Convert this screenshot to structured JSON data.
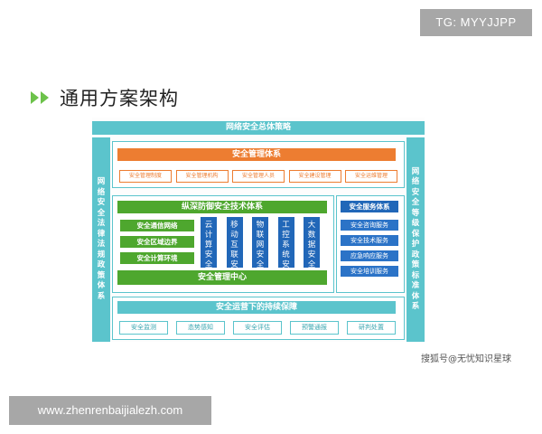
{
  "tg_label": "TG: MYYJJPP",
  "title": "通用方案架构",
  "diagram": {
    "top_bar": "网络安全总体策略",
    "left_side": [
      "网",
      "络",
      "安",
      "全",
      "法",
      "律",
      "法",
      "规",
      "政",
      "策",
      "体",
      "系"
    ],
    "right_side": [
      "网",
      "络",
      "安",
      "全",
      "等",
      "级",
      "保",
      "护",
      "政",
      "策",
      "标",
      "准",
      "体",
      "系"
    ],
    "management": {
      "title": "安全管理体系",
      "items": [
        "安全管理制度",
        "安全管理机构",
        "安全管理人员",
        "安全建设管理",
        "安全运维管理"
      ]
    },
    "tech": {
      "title": "纵深防御安全技术体系",
      "green_items": [
        "安全通信网络",
        "安全区域边界",
        "安全计算环境"
      ],
      "columns": [
        [
          "云",
          "计",
          "算",
          "安",
          "全"
        ],
        [
          "移",
          "动",
          "互",
          "联",
          "安",
          "全"
        ],
        [
          "物",
          "联",
          "网",
          "安",
          "全"
        ],
        [
          "工",
          "控",
          "系",
          "统",
          "安",
          "全"
        ],
        [
          "大",
          "数",
          "据",
          "安",
          "全"
        ]
      ],
      "bottom": "安全管理中心"
    },
    "service": {
      "title": "安全服务体系",
      "items": [
        "安全咨询服务",
        "安全技术服务",
        "应急响应服务",
        "安全培训服务"
      ]
    },
    "ops": {
      "title": "安全运营下的持续保障",
      "items": [
        "安全监测",
        "态势感知",
        "安全评估",
        "预警通报",
        "研判处置"
      ]
    }
  },
  "caption": "搜狐号@无忧知识星球",
  "watermark": "www.zhenrenbaijialezh.com",
  "colors": {
    "teal": "#5bc4cc",
    "orange": "#ed7d31",
    "green": "#4ea72e",
    "blue": "#2167b8",
    "accent_arrow": "#6cc24a"
  }
}
